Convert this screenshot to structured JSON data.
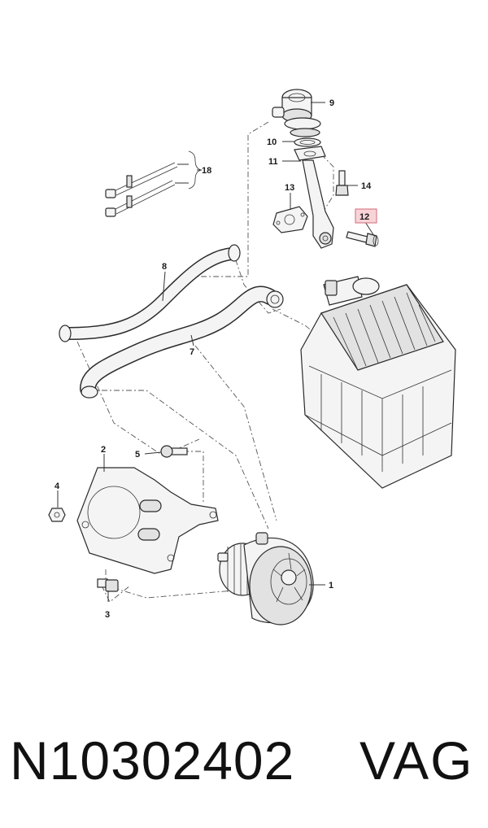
{
  "callouts": {
    "c1": "1",
    "c2": "2",
    "c3": "3",
    "c4": "4",
    "c5": "5",
    "c7": "7",
    "c8": "8",
    "c9": "9",
    "c10": "10",
    "c11": "11",
    "c12": "12",
    "c13": "13",
    "c14": "14",
    "c18": "18"
  },
  "highlight_color": "#e8a0a8",
  "footer": {
    "part_number": "N10302402",
    "brand": "VAG"
  }
}
